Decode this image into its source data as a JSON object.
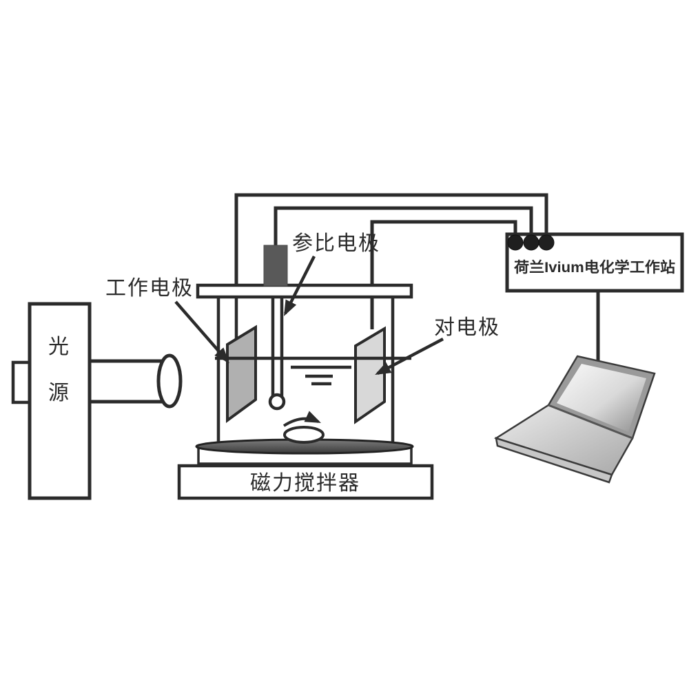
{
  "figure": {
    "type": "photoelectrochemical-test-setup-diagram",
    "background": "#ffffff",
    "ink_color": "#2b2b2b"
  },
  "labels": {
    "light_source": [
      "光",
      "源"
    ],
    "working_electrode": "工作电极",
    "reference_electrode": "参比电极",
    "counter_electrode": "对电极",
    "workstation": "荷兰Ivium电化学工作站",
    "magnetic_stirrer": "磁力搅拌器"
  },
  "colors": {
    "ink": "#2b2b2b",
    "working_electrode_fill": "#b0b0b0",
    "counter_electrode_fill": "#d8d8d8",
    "reference_cap_fill": "#595959",
    "terminal_fill": "#1f1f1f",
    "dish_top_dark": "#3a3a3a",
    "laptop_screen_light": "#f7f7f7",
    "laptop_screen_dark": "#8c8c8c",
    "laptop_body_light": "#ececec",
    "laptop_body_dark": "#a8a8a8"
  }
}
